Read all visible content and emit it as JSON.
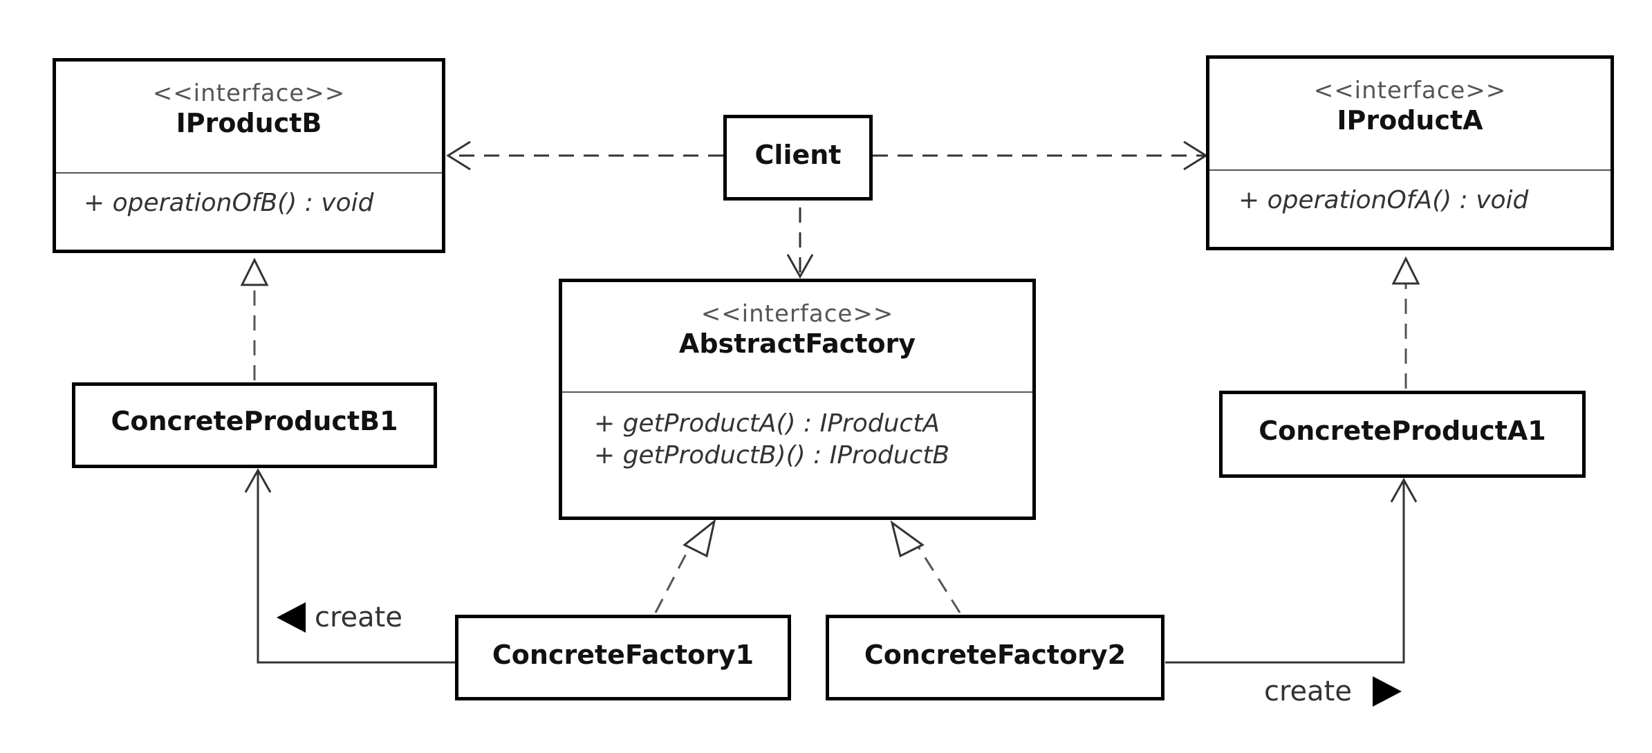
{
  "classes": {
    "iproductb": {
      "stereotype": "<<interface>>",
      "name": "IProductB",
      "ops": [
        {
          "vis": "+",
          "sig": "operationOfB() : void"
        }
      ]
    },
    "iproducta": {
      "stereotype": "<<interface>>",
      "name": "IProductA",
      "ops": [
        {
          "vis": "+",
          "sig": "operationOfA() : void"
        }
      ]
    },
    "client": {
      "name": "Client"
    },
    "abstractfactory": {
      "stereotype": "<<interface>>",
      "name": "AbstractFactory",
      "ops": [
        {
          "vis": "+",
          "sig": "getProductA() : IProductA"
        },
        {
          "vis": "+",
          "sig": "getProductB)() : IProductB"
        }
      ]
    },
    "concreteproductb1": {
      "name": "ConcreteProductB1"
    },
    "concreteproducta1": {
      "name": "ConcreteProductA1"
    },
    "concretefactory1": {
      "name": "ConcreteFactory1"
    },
    "concretefactory2": {
      "name": "ConcreteFactory2"
    }
  },
  "labels": {
    "create_left": "create",
    "create_right": "create"
  }
}
